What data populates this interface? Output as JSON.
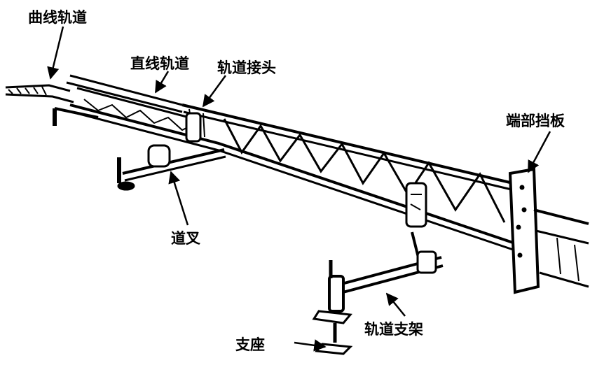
{
  "labels": {
    "curved_track": "曲线轨道",
    "straight_track": "直线轨道",
    "track_joint": "轨道接头",
    "end_stop": "端部挡板",
    "switch": "道叉",
    "track_bracket": "轨道支架",
    "support_base": "支座"
  },
  "colors": {
    "ink": "#000000",
    "paper": "#ffffff"
  }
}
